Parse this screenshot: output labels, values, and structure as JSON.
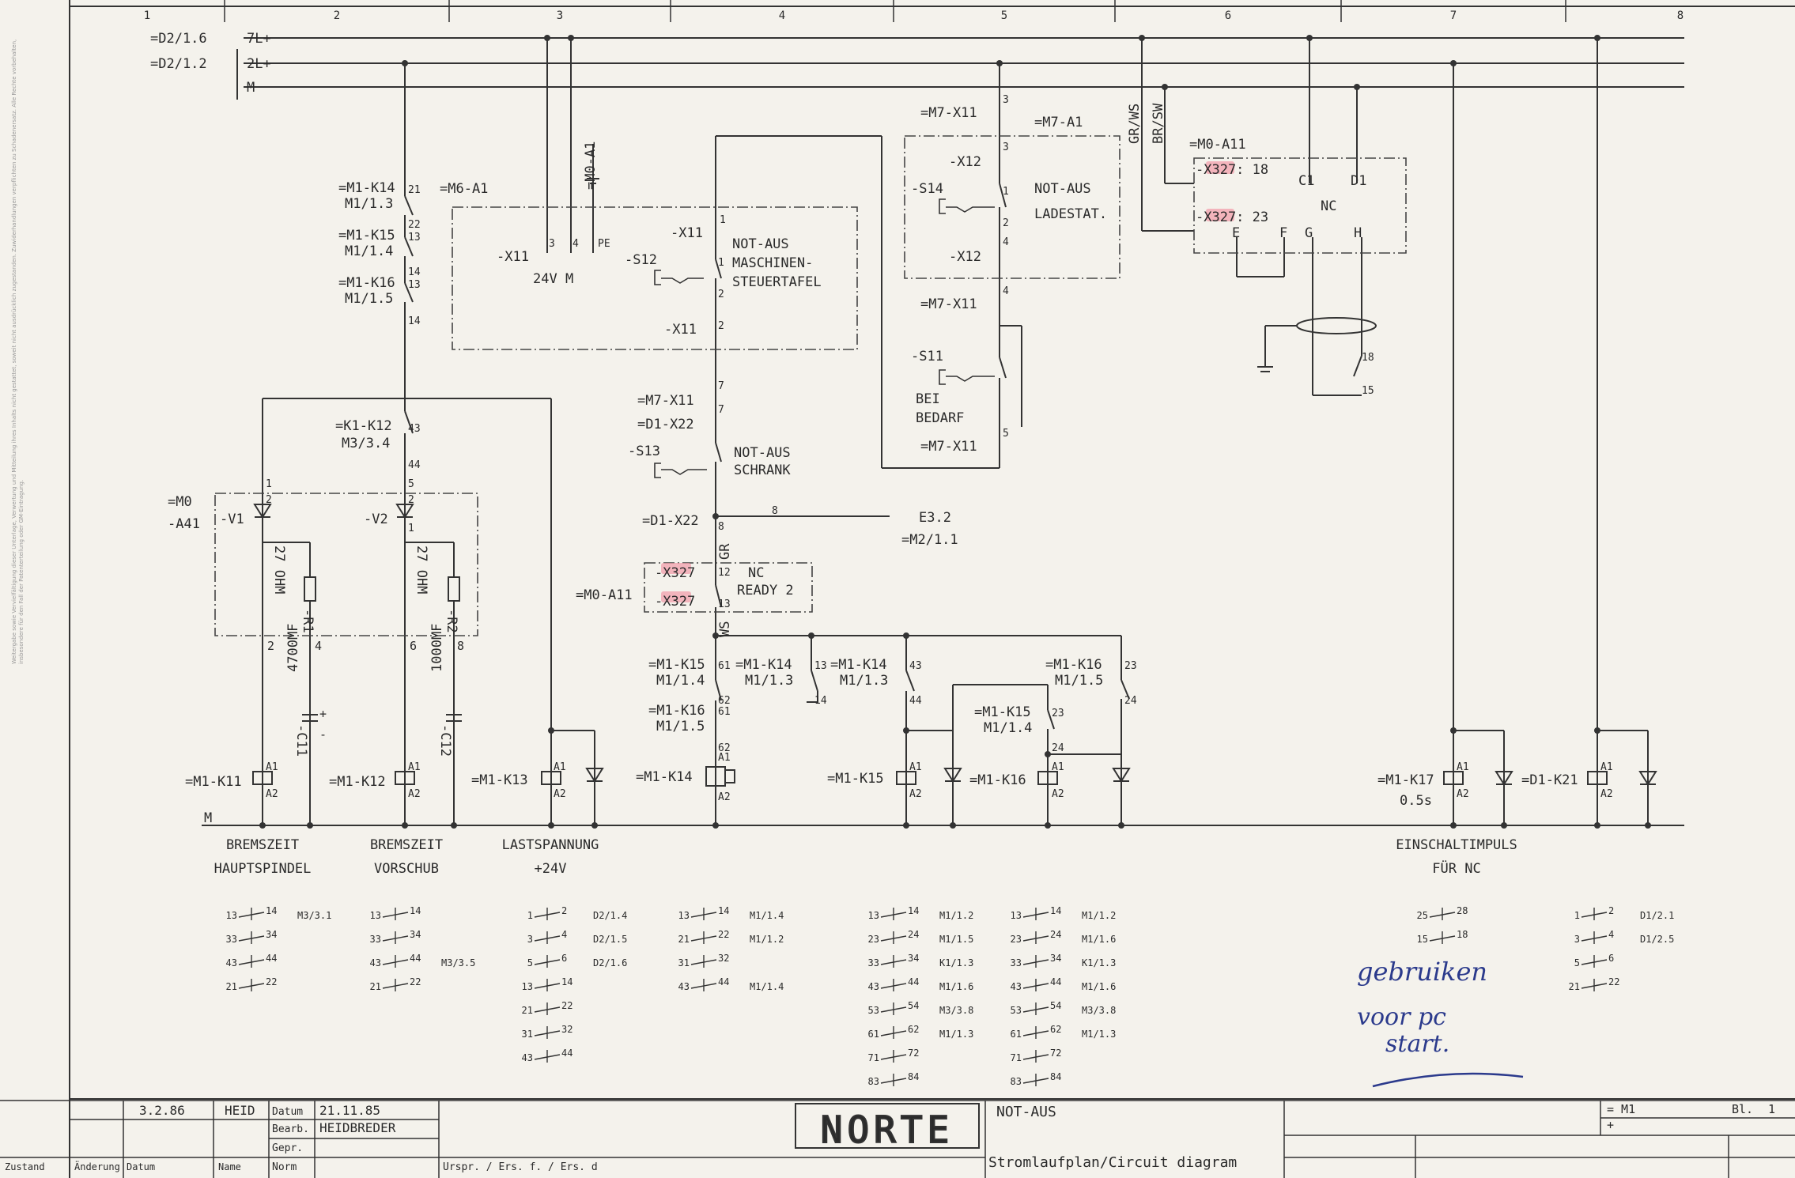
{
  "columns": [
    "1",
    "2",
    "3",
    "4",
    "5",
    "6",
    "7",
    "8"
  ],
  "rails": {
    "rail1": {
      "ref": "=D2/1.6",
      "name": "7L+"
    },
    "rail2": {
      "ref": "=D2/1.2",
      "name": "2L+"
    },
    "rail3": {
      "name": "M"
    },
    "bottom": "M"
  },
  "labels": {
    "k14": "=M1-K14",
    "k14_ref": "M1/1.3",
    "k14_t21": "21",
    "k14_t22": "22",
    "k15": "=M1-K15",
    "k15_ref": "M1/1.4",
    "k15_t13": "13",
    "k15_t14": "14",
    "k16": "=M1-K16",
    "k16_ref": "M1/1.5",
    "k16_t13": "13",
    "k16_t14": "14",
    "m6a1": "=M6-A1",
    "x11": "-X11",
    "x11_24v": "24V M",
    "x11_t3": "3",
    "x11_t4": "4",
    "x11_pe": "PE",
    "m0a1_v": "=M0-A1",
    "s12": "-S12",
    "s12_x11a": "-X11",
    "s12_x11b": "-X11",
    "s12_t1a": "1",
    "s12_t1b": "1",
    "s12_t2a": "2",
    "s12_t2b": "2",
    "s12_txt1": "NOT-AUS",
    "s12_txt2": "MASCHINEN-",
    "s12_txt3": "STEUERTAFEL",
    "m7x11_a": "=M7-X11",
    "d1x22_a": "=D1-X22",
    "t7a": "7",
    "t7b": "7",
    "s13": "-S13",
    "s13_txt1": "NOT-AUS",
    "s13_txt2": "SCHRANK",
    "d1x22_b": "=D1-X22",
    "t8a": "8",
    "t8b": "8",
    "e32": "E3.2",
    "m2_11": "=M2/1.1",
    "gr": "GR",
    "ws": "WS",
    "m0a11_b": "=M0-A11",
    "x327_a": "-X327",
    "x327_b": "-X327",
    "t12": "12",
    "t13": "13",
    "nc_ready1": "NC",
    "nc_ready2": "READY 2",
    "m7x11_top": "=M7-X11",
    "t3a": "3",
    "t3b": "3",
    "m7a1": "=M7-A1",
    "x12a": "-X12",
    "x12b": "-X12",
    "s14": "-S14",
    "s14_t1": "1",
    "s14_t2": "2",
    "s14_t4": "4",
    "s14_txt1": "NOT-AUS",
    "s14_txt2": "LADESTAT.",
    "m7x11_mid": "=M7-X11",
    "t4": "4",
    "s11": "-S11",
    "bei": "BEI",
    "bedarf": "BEDARF",
    "m7x11_bot": "=M7-X11",
    "t5": "5",
    "grws": "GR/WS",
    "brsw": "BR/SW",
    "m0a11": "=M0-A11",
    "x327_18": "-X327: 18",
    "x327_23": "-X327: 23",
    "nc_c1": "C1",
    "nc_d1": "D1",
    "nc": "NC",
    "nc_e": "E",
    "nc_f": "F",
    "nc_g": "G",
    "nc_h": "H",
    "t18": "18",
    "t15": "15",
    "k1k12": "=K1-K12",
    "k1k12_ref": "M3/3.4",
    "t43": "43",
    "t44": "44",
    "m0": "=M0",
    "a41": "-A41",
    "v1": "-V1",
    "v2": "-V2",
    "v1_t1": "1",
    "v1_t2": "2",
    "v2_t5": "5",
    "v2_t2": "2",
    "v2_t1": "1",
    "r1": "-R1",
    "r1_val": "27 OHM",
    "r2": "-R2",
    "r2_val": "27 OHM",
    "t2": "2",
    "t4b": "4",
    "t6": "6",
    "t8c": "8",
    "c11": "-C11",
    "c11_val": "4700MF",
    "c12": "-C12",
    "c12_val": "1000MF",
    "plus": "+",
    "minus": "-",
    "coil_k11": "=M1-K11",
    "coil_k12": "=M1-K12",
    "coil_k13": "=M1-K13",
    "coil_k14": "=M1-K14",
    "coil_k15": "=M1-K15",
    "coil_k16": "=M1-K16",
    "coil_k17": "=M1-K17",
    "coil_k17_t": "0.5s",
    "coil_d1k21": "=D1-K21",
    "a1": "A1",
    "a2": "A2",
    "c_k15": "=M1-K15",
    "c_k15_ref": "M1/1.4",
    "t61": "61",
    "t62": "62",
    "c_k14": "=M1-K14",
    "c_k14_ref": "M1/1.3",
    "t13b": "13",
    "t14b": "14",
    "c_k14b": "=M1-K14",
    "c_k14b_ref": "M1/1.3",
    "t43b": "43",
    "t44b": "44",
    "c_k16a": "=M1-K16",
    "c_k16a_ref": "M1/1.5",
    "t23": "23",
    "t24": "24",
    "c_k16": "=M1-K16",
    "c_k16_ref": "M1/1.5",
    "t61b": "61",
    "t62b": "62",
    "c_k15b": "=M1-K15",
    "c_k15b_ref": "M1/1.4",
    "t23b": "23",
    "t24b": "24"
  },
  "sections": [
    {
      "line1": "BREMSZEIT",
      "line2": "HAUPTSPINDEL"
    },
    {
      "line1": "BREMSZEIT",
      "line2": "VORSCHUB"
    },
    {
      "line1": "LASTSPANNUNG",
      "line2": "+24V"
    },
    {
      "line1": "EINSCHALTIMPULS",
      "line2": "FÜR NC"
    }
  ],
  "contact_tables": [
    [
      [
        "13",
        "14",
        "M3/3.1"
      ],
      [
        "33",
        "34",
        ""
      ],
      [
        "43",
        "44",
        ""
      ],
      [
        "21",
        "22",
        ""
      ]
    ],
    [
      [
        "13",
        "14",
        ""
      ],
      [
        "33",
        "34",
        ""
      ],
      [
        "43",
        "44",
        "M3/3.5"
      ],
      [
        "21",
        "22",
        ""
      ]
    ],
    [
      [
        "1",
        "2",
        "D2/1.4"
      ],
      [
        "3",
        "4",
        "D2/1.5"
      ],
      [
        "5",
        "6",
        "D2/1.6"
      ],
      [
        "13",
        "14",
        ""
      ],
      [
        "21",
        "22",
        ""
      ],
      [
        "31",
        "32",
        ""
      ],
      [
        "43",
        "44",
        ""
      ]
    ],
    [
      [
        "13",
        "14",
        "M1/1.4"
      ],
      [
        "21",
        "22",
        "M1/1.2"
      ],
      [
        "31",
        "32",
        ""
      ],
      [
        "43",
        "44",
        "M1/1.4"
      ]
    ],
    [
      [
        "13",
        "14",
        "M1/1.2"
      ],
      [
        "23",
        "24",
        "M1/1.5"
      ],
      [
        "33",
        "34",
        "K1/1.3"
      ],
      [
        "43",
        "44",
        "M1/1.6"
      ],
      [
        "53",
        "54",
        "M3/3.8"
      ],
      [
        "61",
        "62",
        "M1/1.3"
      ],
      [
        "71",
        "72",
        ""
      ],
      [
        "83",
        "84",
        ""
      ]
    ],
    [
      [
        "13",
        "14",
        "M1/1.2"
      ],
      [
        "23",
        "24",
        "M1/1.6"
      ],
      [
        "33",
        "34",
        "K1/1.3"
      ],
      [
        "43",
        "44",
        "M1/1.6"
      ],
      [
        "53",
        "54",
        "M3/3.8"
      ],
      [
        "61",
        "62",
        "M1/1.3"
      ],
      [
        "71",
        "72",
        ""
      ],
      [
        "83",
        "84",
        ""
      ]
    ],
    [
      [
        "25",
        "28",
        ""
      ],
      [
        "15",
        "18",
        ""
      ]
    ],
    [
      [
        "1",
        "2",
        "D1/2.1"
      ],
      [
        "3",
        "4",
        "D1/2.5"
      ],
      [
        "5",
        "6",
        ""
      ],
      [
        "21",
        "22",
        ""
      ]
    ]
  ],
  "handwriting": {
    "line1": "gebruiken",
    "line2": "voor pc",
    "line3": "start."
  },
  "margin_note": "Weitergabe sowie Vervielfältigung dieser Unterlage, Verwertung und Mitteilung ihres Inhalts nicht gestattet, soweit nicht ausdrücklich zugestanden. Zuwiderhandlungen verpflichten zu Schadenersatz. Alle Rechte vorbehalten, insbesondere für den Fall der Patenterteilung oder GM-Eintragung.",
  "title_block": {
    "rev_date": "3.2.86",
    "rev_name": "HEID",
    "datum_label": "Datum",
    "datum": "21.11.85",
    "bearb_label": "Bearb.",
    "bearb": "HEIDBREDER",
    "gepr_label": "Gepr.",
    "norm_label": "Norm",
    "zustand": "Zustand",
    "aenderung": "Änderung",
    "datum2": "Datum",
    "name": "Name",
    "origin": "Urspr. / Ers. f. / Ers. d",
    "logo": "NORTE",
    "title": "NOT-AUS",
    "subtitle": "Stromlaufplan/Circuit diagram",
    "ident": "= M1",
    "plus": "+",
    "sheet_label": "Bl.",
    "sheet_no": "1"
  }
}
